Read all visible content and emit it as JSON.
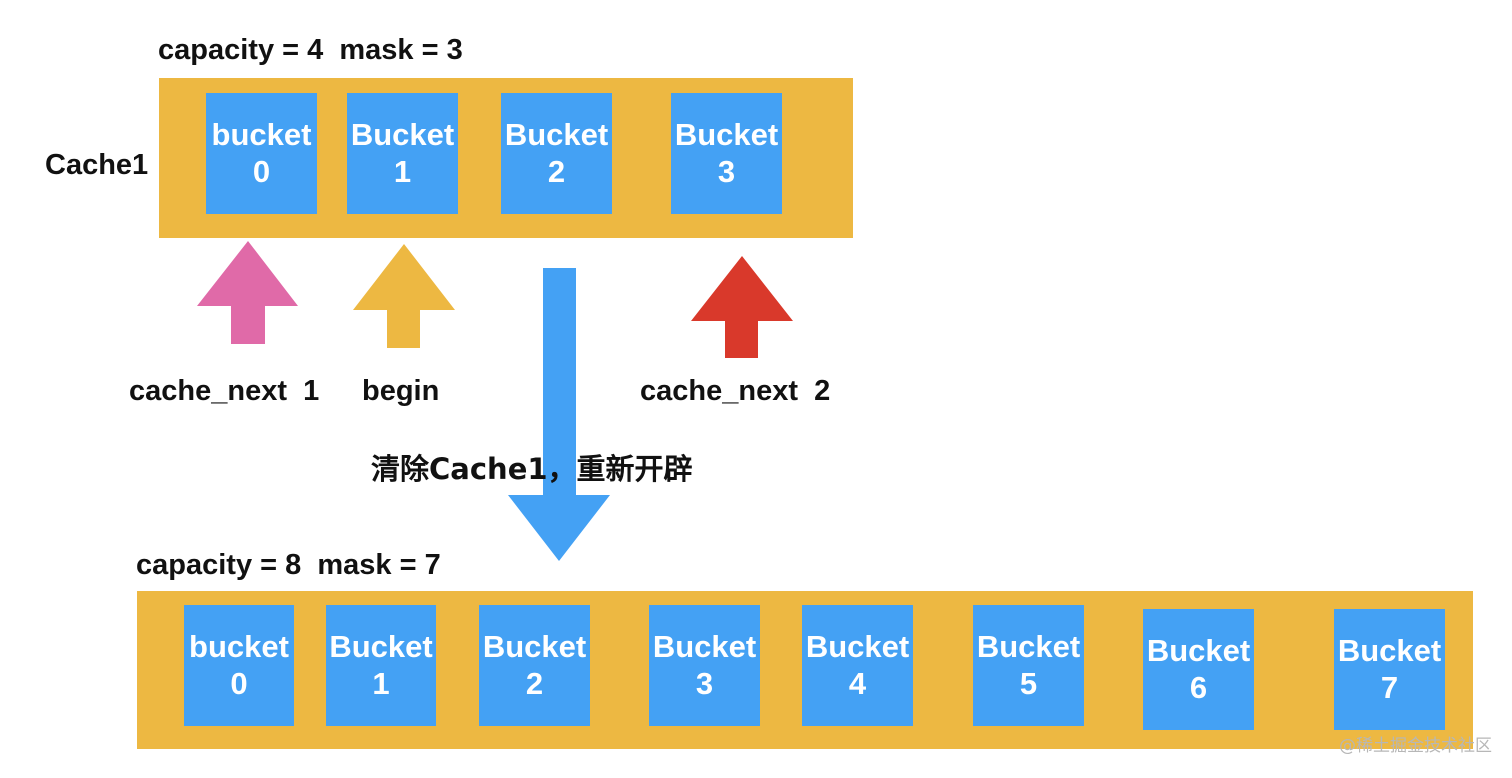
{
  "colors": {
    "cache_fill": "#edb842",
    "bucket_fill": "#44a1f4",
    "bucket_text": "#ffffff",
    "arrow_pink": "#e06aa8",
    "arrow_yellow": "#edb842",
    "arrow_red": "#d9392b",
    "arrow_blue": "#44a1f4"
  },
  "top": {
    "header": "capacity = 4  mask = 3",
    "cache_label": "Cache1",
    "buckets": [
      {
        "word": "bucket",
        "index": "0"
      },
      {
        "word": "Bucket",
        "index": "1"
      },
      {
        "word": "Bucket",
        "index": "2"
      },
      {
        "word": "Bucket",
        "index": "3"
      }
    ],
    "pointers": [
      {
        "label": "cache_next  1",
        "icon": "up-arrow-icon",
        "color": "pink"
      },
      {
        "label": "begin",
        "icon": "up-arrow-icon",
        "color": "yellow"
      },
      {
        "label": "cache_next  2",
        "icon": "up-arrow-icon",
        "color": "red"
      }
    ]
  },
  "transition": {
    "text": "清除Cache1，重新开辟",
    "icon": "down-arrow-icon"
  },
  "bottom": {
    "header": "capacity = 8  mask = 7",
    "buckets": [
      {
        "word": "bucket",
        "index": "0"
      },
      {
        "word": "Bucket",
        "index": "1"
      },
      {
        "word": "Bucket",
        "index": "2"
      },
      {
        "word": "Bucket",
        "index": "3"
      },
      {
        "word": "Bucket",
        "index": "4"
      },
      {
        "word": "Bucket",
        "index": "5"
      },
      {
        "word": "Bucket",
        "index": "6"
      },
      {
        "word": "Bucket",
        "index": "7"
      }
    ]
  },
  "watermark": "@稀土掘金技术社区"
}
